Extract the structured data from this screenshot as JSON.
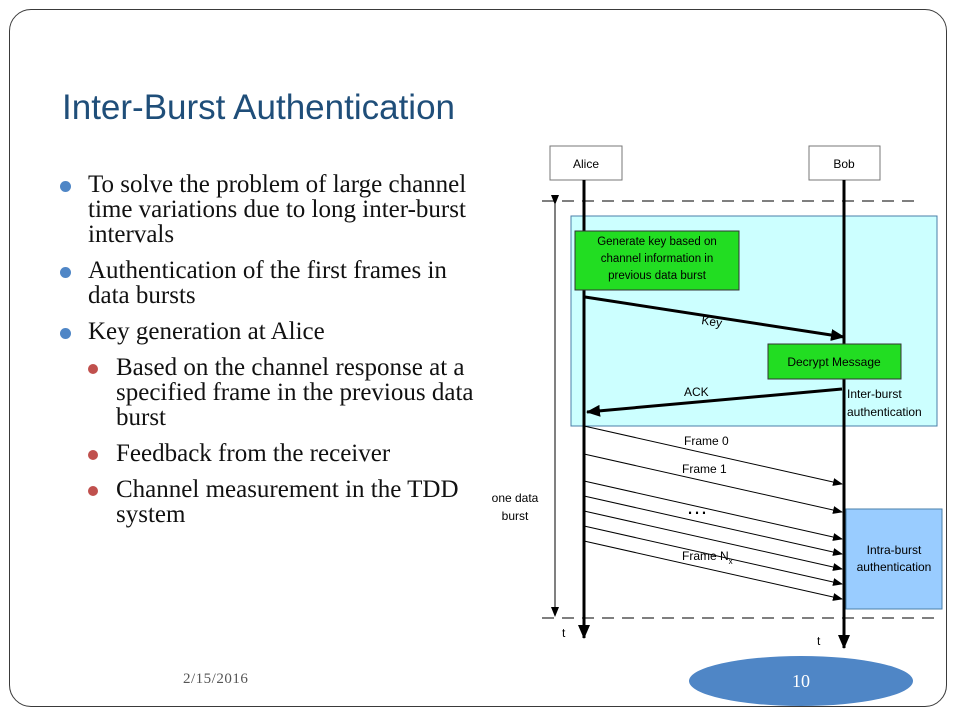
{
  "slide": {
    "title": "Inter-Burst Authentication",
    "bullets": [
      "To solve the problem of large channel time variations due to long inter-burst intervals",
      "Authentication of the first frames in data bursts",
      "Key generation at Alice"
    ],
    "sub_bullets": [
      "Based on the channel response at a specified frame in the previous data burst",
      "Feedback from the receiver",
      "Channel measurement in the TDD system"
    ],
    "date": "2/15/2016",
    "page_number": "10"
  },
  "diagram": {
    "alice_label": "Alice",
    "bob_label": "Bob",
    "generate_key_lines": [
      "Generate key based on",
      "channel information in",
      "previous data burst"
    ],
    "key_label": "Key",
    "decrypt_label": "Decrypt Message",
    "ack_label": "ACK",
    "inter_burst_lines": [
      "Inter-burst",
      "authentication"
    ],
    "frame0_label": "Frame 0",
    "frame1_label": "Frame 1",
    "ellipsis": "…",
    "frameN_label": "Frame N",
    "frameN_sub": "x",
    "one_burst_lines": [
      "one data",
      "burst"
    ],
    "intra_burst_lines": [
      "Intra-burst",
      "authentication"
    ],
    "time_label_alice": "t",
    "time_label_bob": "t",
    "colors": {
      "cyan_panel": "#ccffff",
      "green_box": "#22dd22",
      "blue_box": "#99ccff",
      "title": "#1f4e79",
      "accent": "#4f86c6"
    }
  }
}
